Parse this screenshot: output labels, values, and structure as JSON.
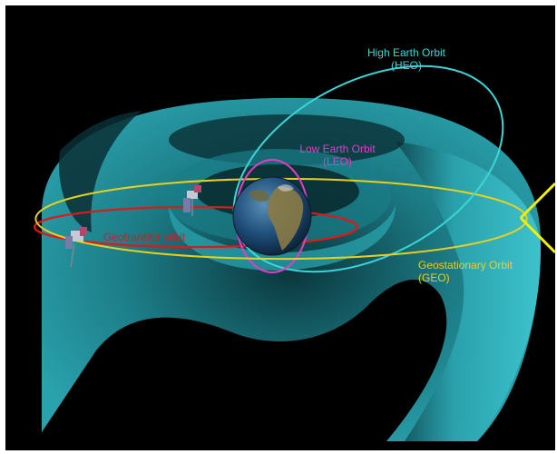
{
  "colors": {
    "background": "#000000",
    "belt": "#2a9aa6",
    "heo": "#3ad6d8",
    "leo": "#e23dc4",
    "gto": "#e01818",
    "geo": "#e8d020",
    "callout": "#f2f000"
  },
  "labels": {
    "heo_line1": "High Earth Orbit",
    "heo_line2": "(HEO)",
    "leo_line1": "Low Earth Orbit",
    "leo_line2": "(LEO)",
    "gto": "Geotransfer orbit",
    "geo_line1": "Geostationary Orbit",
    "geo_line2": "(GEO)"
  },
  "icons": [
    "earth-globe",
    "satellite-icon",
    "satellite-icon"
  ]
}
